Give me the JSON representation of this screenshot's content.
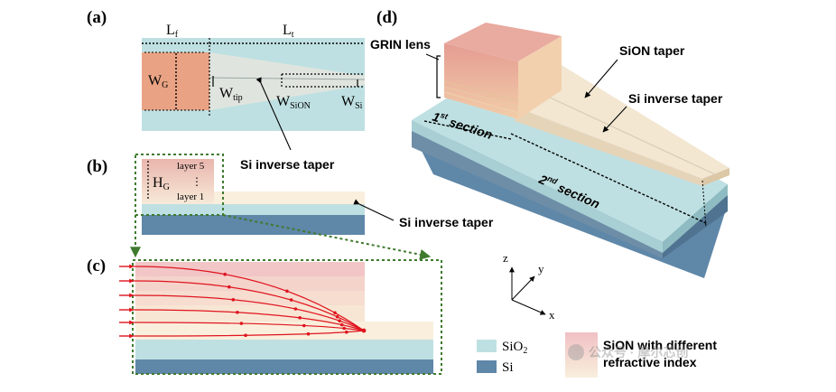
{
  "panels": {
    "a": "(a)",
    "b": "(b)",
    "c": "(c)",
    "d": "(d)"
  },
  "panel_a": {
    "lf_main": "L",
    "lf_sub": "f",
    "lt_main": "L",
    "lt_sub": "t",
    "wg_main": "W",
    "wg_sub": "G",
    "wtip_main": "W",
    "wtip_sub": "tip",
    "wsion_main": "W",
    "wsion_sub": "SiON",
    "wsi_main": "W",
    "wsi_sub": "Si",
    "callout": "Si inverse taper"
  },
  "panel_b": {
    "layer_top": "layer 5",
    "layer_bottom": "layer 1",
    "ellipsis": "⋮",
    "hg_main": "H",
    "hg_sub": "G",
    "callout": "Si inverse taper"
  },
  "panel_d": {
    "grin": "GRIN lens",
    "sion_taper": "SiON taper",
    "si_inverse": "Si inverse taper",
    "first_main": "1",
    "first_sup": "st",
    "first_rest": " section",
    "second_main": "2",
    "second_sup": "nd",
    "second_rest": " section",
    "axis_z": "z",
    "axis_y": "y",
    "axis_x": "x"
  },
  "legend": {
    "sio2_main": "SiO",
    "sio2_sub": "2",
    "si": "Si",
    "sion_line1": "SiON with different",
    "sion_line2": "refractive index",
    "watermark": "公众号 · 摩尔芯创"
  },
  "colors": {
    "sio2": "#bfe0e2",
    "si": "#5f87a8",
    "grin_pink": "#e8a89c",
    "taper_beige": "#f3e7d2",
    "ray_red": "#e0141e",
    "guide_green": "#3f7a2e"
  }
}
